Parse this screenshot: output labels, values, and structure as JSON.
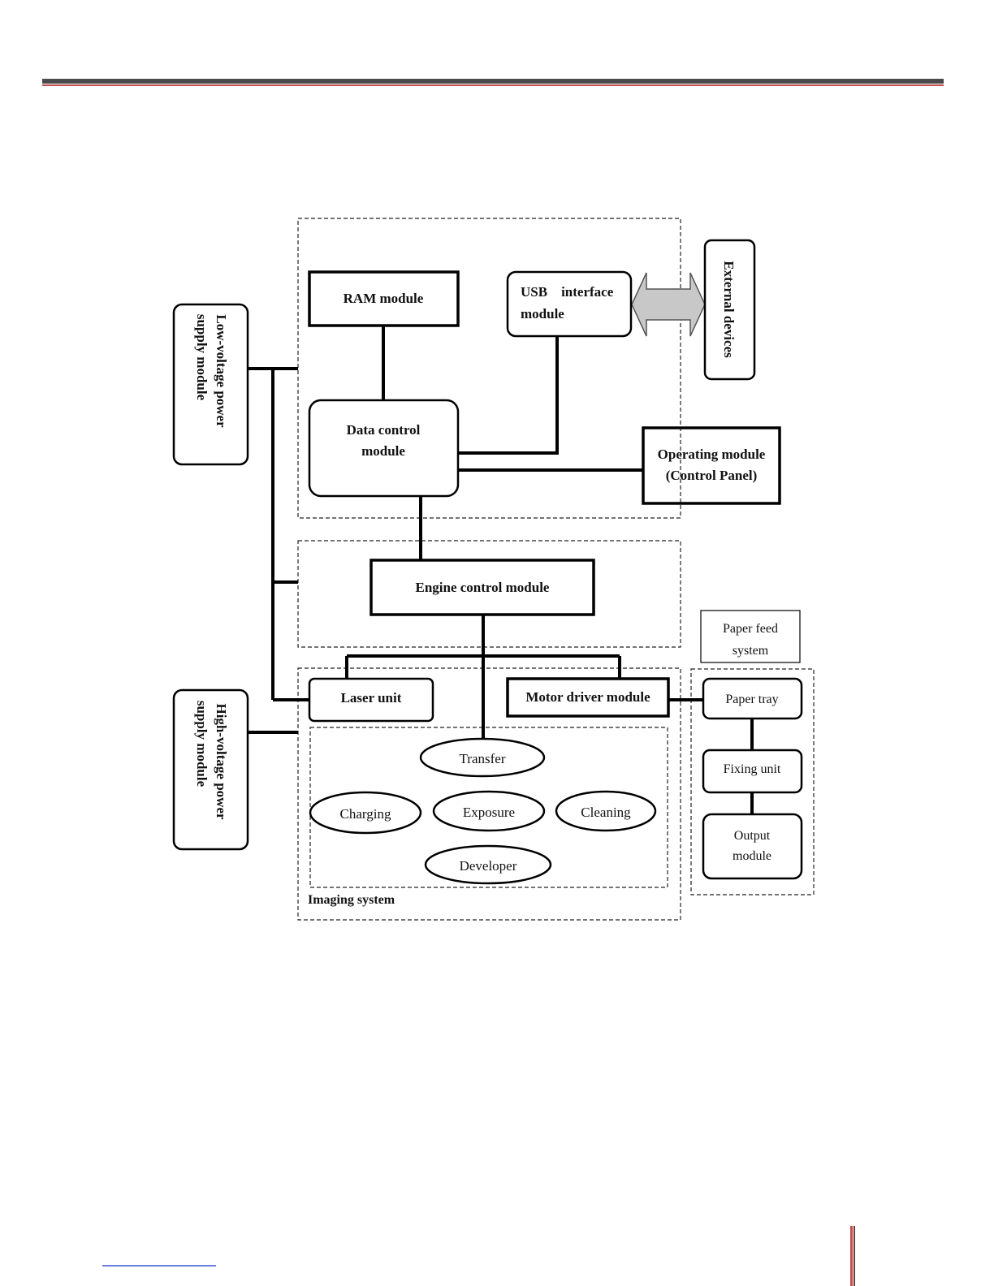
{
  "colors": {
    "header_rule_dark": "#4a4a4a",
    "header_rule_accent": "#c0504d",
    "arrow_fill": "#c8c8c8",
    "footer_link": "#3355cc"
  },
  "diagram": {
    "ram_module": "RAM module",
    "usb_interface_line1": "USB    interface",
    "usb_interface_line2": "module",
    "external_devices": "External devices",
    "low_voltage_line1": "Low-voltage power",
    "low_voltage_line2": "supply module",
    "data_control_line1": "Data control",
    "data_control_line2": "module",
    "operating_line1": "Operating module",
    "operating_line2": "(Control Panel)",
    "engine_control": "Engine control module",
    "paper_feed_line1": "Paper feed",
    "paper_feed_line2": "system",
    "laser_unit": "Laser unit",
    "motor_driver": "Motor driver module",
    "paper_tray": "Paper tray",
    "high_voltage_line1": "High-voltage power",
    "high_voltage_line2": "supply module",
    "transfer": "Transfer",
    "charging": "Charging",
    "exposure": "Exposure",
    "cleaning": "Cleaning",
    "developer": "Developer",
    "fixing_unit": "Fixing unit",
    "output_line1": "Output",
    "output_line2": "module",
    "imaging_system": "Imaging system"
  }
}
